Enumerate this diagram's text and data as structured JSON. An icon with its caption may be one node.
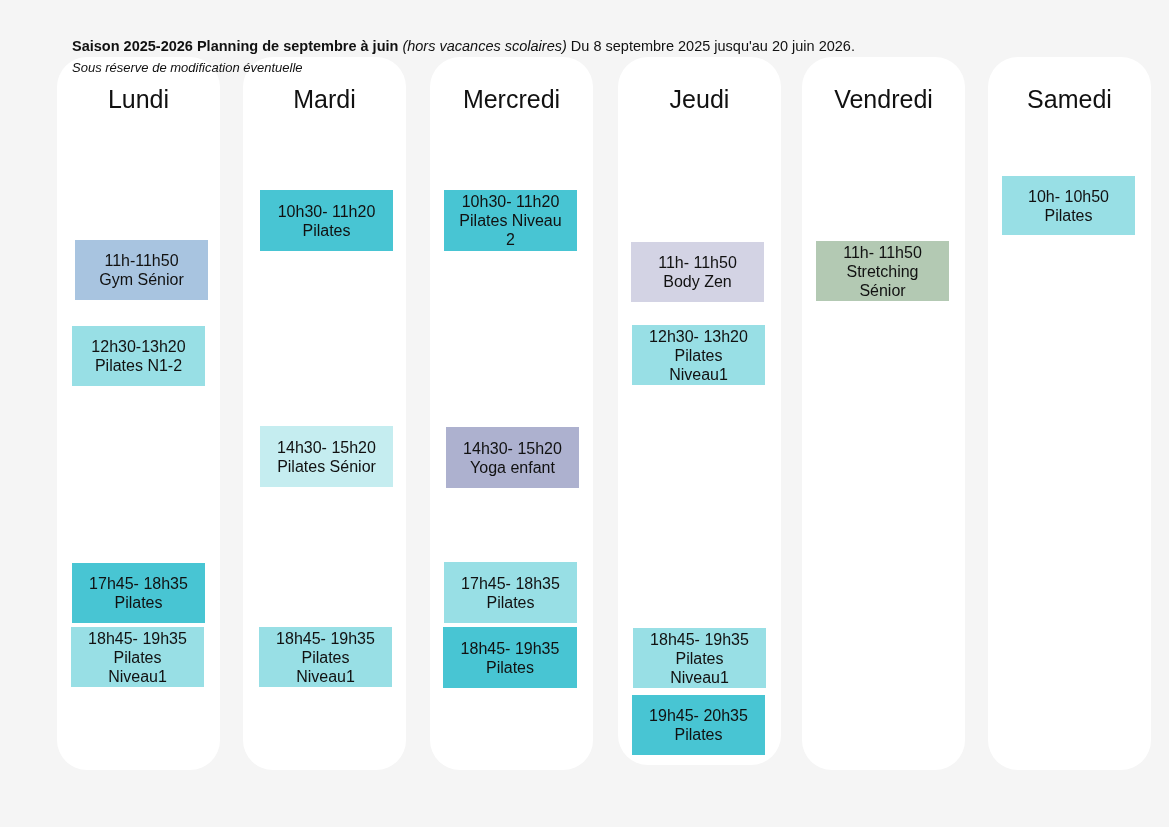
{
  "diagram": {
    "title": "**Saison 2025-2026 Planning de septembre à juin** *(hors vacances scolaires)* Du 8 septembre 2025 jusqu'au 20 juin 2026.",
    "nodes": [
      {
        "text": [
          "Lundi"
        ]
      },
      {
        "text": [
          "11h-11h50",
          "Gym Sénior"
        ],
        "in": 0
      },
      {
        "text": [
          "12h30-13h20",
          "Pilates N1-2"
        ],
        "in": 0
      },
      {
        "text": [
          "17h45- 18h35",
          "Pilates"
        ],
        "in": 0
      },
      {
        "text": [
          "18h45- 19h35",
          "Pilates Niveau1"
        ],
        "in": 0
      },
      {
        "text": [
          "Mardi"
        ]
      },
      {
        "text": [
          "10h30- 11h20",
          "Pilates"
        ],
        "in": 5
      },
      {
        "text": [
          "14h30- 15h20",
          "Pilates Sénior"
        ],
        "in": 5
      },
      {
        "text": [
          "18h45- 19h35",
          "Pilates Niveau1"
        ],
        "in": 5
      },
      {
        "text": [
          "Mercredi"
        ]
      },
      {
        "text": [
          "10h30- 11h20",
          "Pilates Niveau 2"
        ],
        "in": 9
      },
      {
        "text": [
          "14h30- 15h20",
          "Yoga enfant"
        ],
        "in": 9
      },
      {
        "text": [
          "17h45- 18h35",
          "Pilates"
        ],
        "in": 9
      },
      {
        "text": [
          "18h45- 19h35",
          "Pilates"
        ],
        "in": 9
      },
      {
        "text": [
          "Jeudi"
        ]
      },
      {
        "text": [
          "11h- 11h50",
          "Body Zen"
        ],
        "in": 14
      },
      {
        "text": [
          "12h30- 13h20",
          "Pilates Niveau1"
        ],
        "in": 14
      },
      {
        "text": [
          "18h45- 19h35",
          "Pilates Niveau1"
        ],
        "in": 14
      },
      {
        "text": [
          "19h45- 20h35",
          "Pilates"
        ],
        "in": 14
      },
      {
        "text": [
          "Vendredi"
        ]
      },
      {
        "text": [
          "11h- 11h50",
          "Stretching Sénior"
        ],
        "in": 19
      },
      {
        "text": [
          "Samedi"
        ]
      },
      {
        "text": [
          "10h- 10h50",
          "Pilates"
        ],
        "in": 21
      }
    ],
    "labels": [
      "Sous réserve de modification éventuelle"
    ]
  }
}
